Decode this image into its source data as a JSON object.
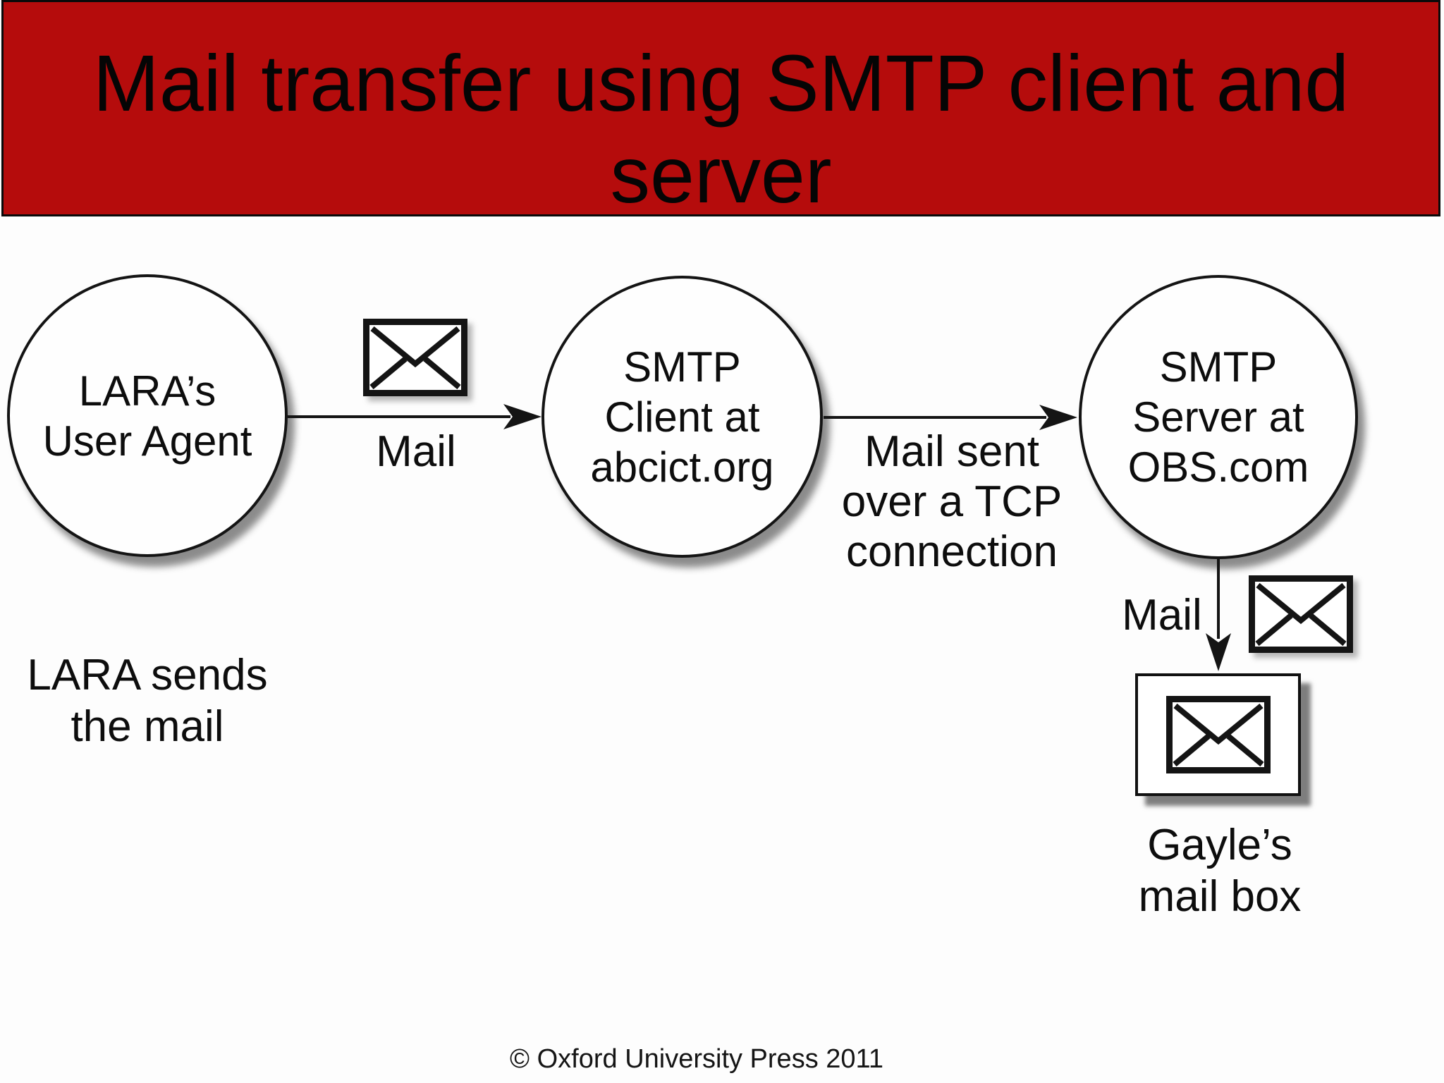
{
  "banner": {
    "title_lines": [
      "Mail transfer using SMTP client and",
      "server"
    ],
    "bg_color": "#b50c0c",
    "text_color": "#050505"
  },
  "diagram": {
    "nodes": [
      {
        "id": "lara-user-agent",
        "lines": [
          "LARA’s",
          "User Agent"
        ]
      },
      {
        "id": "smtp-client",
        "lines": [
          "SMTP",
          "Client at",
          "abcict.org"
        ]
      },
      {
        "id": "smtp-server",
        "lines": [
          "SMTP",
          "Server at",
          "OBS.com"
        ]
      }
    ],
    "edge_labels": {
      "mail_to_client": "Mail",
      "tcp_lines": [
        "Mail sent",
        "over a TCP",
        "connection"
      ],
      "mail_to_mailbox": "Mail"
    },
    "captions": {
      "lara_lines": [
        "LARA sends",
        "the mail"
      ],
      "mailbox_lines": [
        "Gayle’s",
        "mail box"
      ]
    },
    "icons": {
      "envelope": "envelope-icon"
    },
    "ink_color": "#141414",
    "background_color": "#fdfdfd"
  },
  "footer": {
    "copyright": "© Oxford University Press 2011"
  }
}
